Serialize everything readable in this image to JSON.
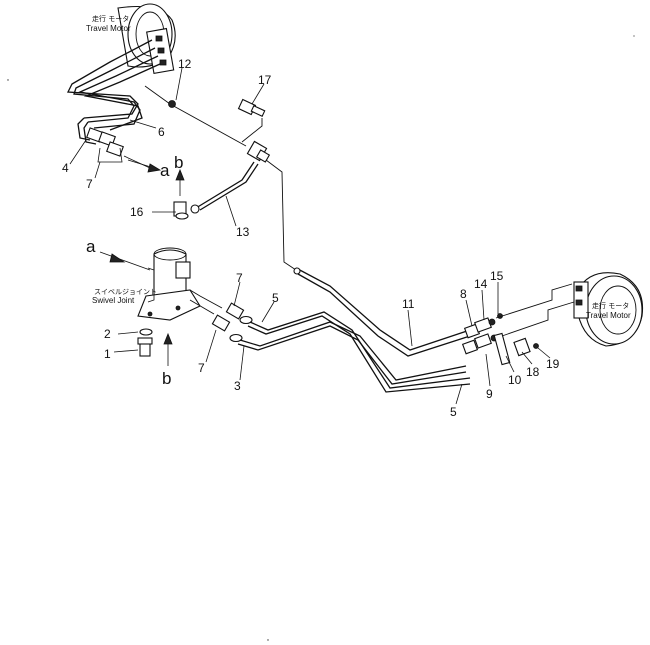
{
  "components": {
    "travel_motor_left": {
      "jp": "走行 モータ",
      "en": "Travel Motor"
    },
    "travel_motor_right": {
      "jp": "走行 モータ",
      "en": "Travel Motor"
    },
    "swivel_joint": {
      "jp": "スイベルジョイント",
      "en": "Swivel Joint"
    }
  },
  "callouts": [
    "1",
    "2",
    "3",
    "4",
    "5",
    "5",
    "6",
    "7",
    "7",
    "7",
    "8",
    "9",
    "10",
    "11",
    "12",
    "13",
    "14",
    "15",
    "16",
    "17",
    "18",
    "19"
  ],
  "view_letters": {
    "a_left": "a",
    "a_right": "a",
    "b_top": "b",
    "b_bottom": "b"
  }
}
